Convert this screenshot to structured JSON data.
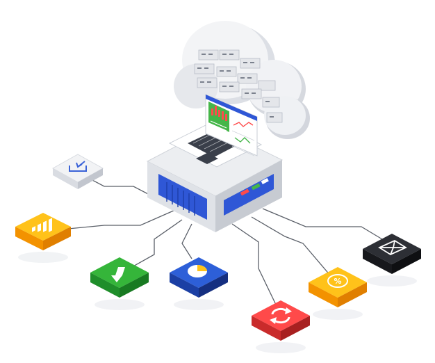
{
  "palette": {
    "cloud_light": "#f4f5f7",
    "cloud_shade": "#d9dce2",
    "server_top": "#eef0f3",
    "server_side_left": "#dfe2e7",
    "server_side_right": "#c9cdd4",
    "server_blue": "#2f57d6",
    "server_blue_dark": "#1c3ea8",
    "laptop_key": "#3a3f4a",
    "paper": "#ffffff",
    "chart_green": "#45b649",
    "chart_red": "#ff4b4b",
    "line": "#555a63"
  },
  "tiles": [
    {
      "name": "tile-download-inbox",
      "icon": "inbox-download-icon",
      "top": "#f2f3f5",
      "side": "#cfd3da",
      "icon_color": "#3b63d8"
    },
    {
      "name": "tile-bar-chart",
      "icon": "bar-chart-icon",
      "top": "#ffc21a",
      "side": "#f39200",
      "icon_color": "#ffffff"
    },
    {
      "name": "tile-download-arrow",
      "icon": "arrow-down-icon",
      "top": "#35b53a",
      "side": "#1f8e2a",
      "icon_color": "#ffffff"
    },
    {
      "name": "tile-pie-chart",
      "icon": "pie-chart-icon",
      "top": "#2d5fd8",
      "side": "#1b3fa4",
      "icon_color": "#ffffff"
    },
    {
      "name": "tile-sync",
      "icon": "sync-icon",
      "top": "#ff4a4a",
      "side": "#c92b2b",
      "icon_color": "#ffffff"
    },
    {
      "name": "tile-percent",
      "icon": "percent-icon",
      "top": "#ffc21a",
      "side": "#f39200",
      "icon_color": "#ffffff"
    },
    {
      "name": "tile-mail",
      "icon": "mail-icon",
      "top": "#2d2f35",
      "side": "#141518",
      "icon_color": "#ffffff"
    }
  ]
}
